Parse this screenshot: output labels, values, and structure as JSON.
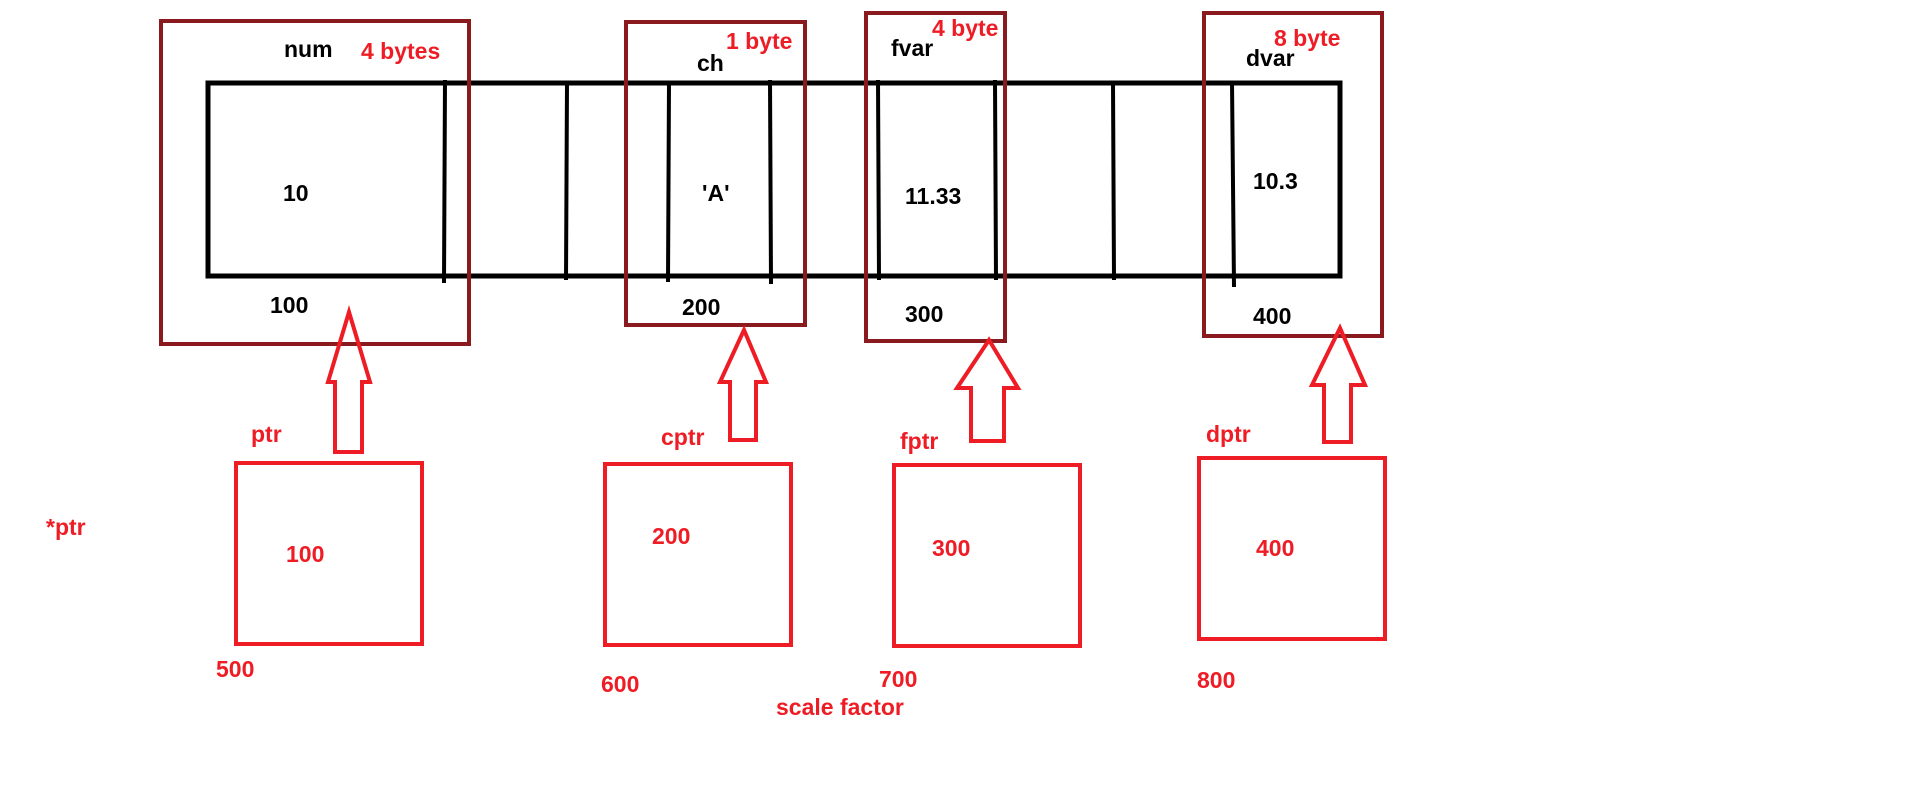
{
  "colors": {
    "memory_outline": "#000000",
    "variable_box": "#8b1a1f",
    "pointer_box": "#ee1c24",
    "annotation": "#ee1c24"
  },
  "variables": [
    {
      "name": "num",
      "size": "4 bytes",
      "value": "10",
      "address": "100"
    },
    {
      "name": "ch",
      "size": "1 byte",
      "value": "'A'",
      "address": "200"
    },
    {
      "name": "fvar",
      "size": "4 byte",
      "value": "11.33",
      "address": "300"
    },
    {
      "name": "dvar",
      "size": "8 byte",
      "value": "10.3",
      "address": "400"
    }
  ],
  "pointers": [
    {
      "name": "ptr",
      "value": "100",
      "address": "500"
    },
    {
      "name": "cptr",
      "value": "200",
      "address": "600"
    },
    {
      "name": "fptr",
      "value": "300",
      "address": "700"
    },
    {
      "name": "dptr",
      "value": "400",
      "address": "800"
    }
  ],
  "labels": {
    "deref": "*ptr",
    "scale_factor": "scale factor"
  }
}
